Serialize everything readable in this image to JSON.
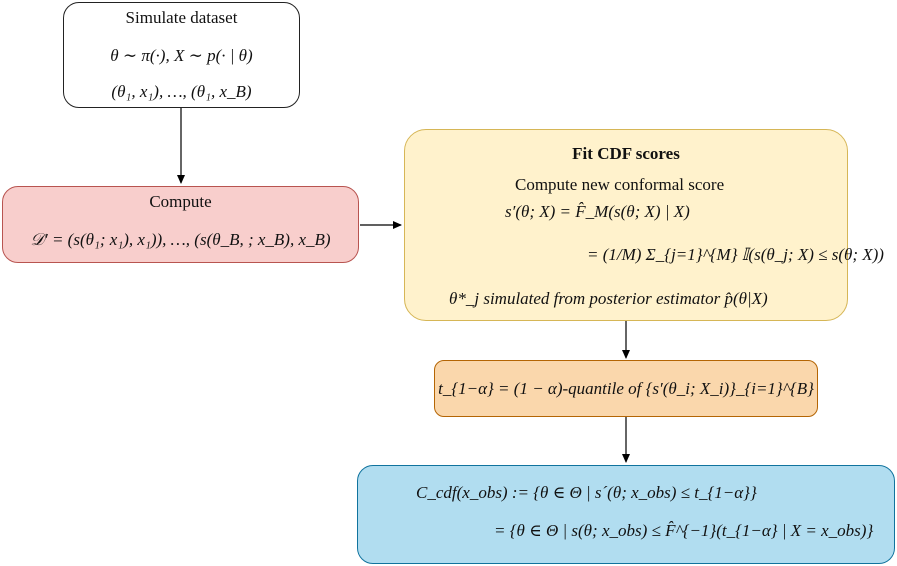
{
  "simulate": {
    "title": "Simulate dataset",
    "line1": "θ ∼ π(·),  X ∼ p(· | θ)",
    "line2": "(θ₁, x₁), …, (θ₁, x_B)"
  },
  "compute": {
    "title": "Compute",
    "formula": "𝒟′ = (s(θ₁; x₁), x₁)), …, (s(θ_B, ; x_B), x_B)"
  },
  "fit": {
    "title": "Fit CDF scores",
    "subtitle": "Compute new conformal score",
    "line1": "s′(θ; X) = F̂_M(s(θ; X) | X)",
    "line2": "= (1/M) Σ_{j=1}^{M} 𝕀(s(θ_j; X) ≤ s(θ; X))",
    "line3": "θ*_j simulated from posterior estimator p̂(θ|X)"
  },
  "quantile": {
    "formula": "t_{1−α} = (1 − α)-quantile of {s′(θ_i; X_i)}_{i=1}^{B}"
  },
  "region": {
    "line1": "C_cdf(x_obs) := {θ ∈ Θ | s´(θ; x_obs) ≤ t_{1−α}}",
    "line2": "= {θ ∈ Θ | s(θ; x_obs) ≤ F̂^{−1}(t_{1−α} | X = x_obs)}"
  },
  "colors": {
    "simulate_fill": "#ffffff",
    "compute_fill": "#f8cecc",
    "compute_border": "#b85450",
    "fit_fill": "#fff2cc",
    "fit_border": "#d6b656",
    "quantile_fill": "#fad7ac",
    "quantile_border": "#b46504",
    "region_fill": "#b1ddf0",
    "region_border": "#10739e"
  }
}
